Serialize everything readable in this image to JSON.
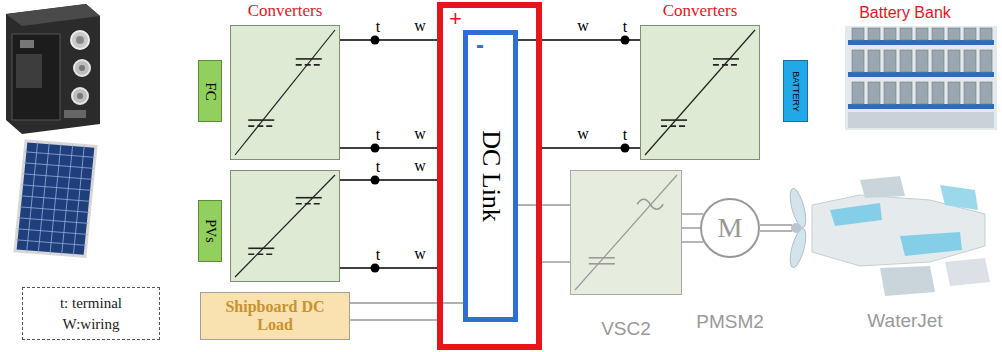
{
  "diagram": {
    "nodes": [
      {
        "text": [
          "FC"
        ]
      },
      {
        "text": [
          "Converters"
        ]
      },
      {
        "text": [
          "PVs"
        ]
      },
      {
        "text": []
      },
      {
        "text": [
          "t: terminal",
          "W:wiring"
        ]
      },
      {
        "text": [
          "Shipboard DC Load"
        ]
      },
      {
        "text": [
          "+"
        ]
      },
      {
        "text": [
          "-",
          "DC Link"
        ],
        "in": 6
      },
      {
        "text": [
          "Converters"
        ]
      },
      {
        "text": [
          "BATTERY"
        ]
      },
      {
        "text": [
          "VSC2"
        ]
      },
      {
        "text": [
          "M",
          "PMSM2"
        ]
      }
    ],
    "edges": [
      {
        "from": 1,
        "to": 6,
        "label": "w",
        "arrow": "none"
      },
      {
        "from": 1,
        "to": 6,
        "label": "w",
        "arrow": "none"
      },
      {
        "from": 3,
        "to": 6,
        "label": "w",
        "arrow": "none"
      },
      {
        "from": 3,
        "to": 6,
        "label": "w",
        "arrow": "none"
      },
      {
        "from": 7,
        "to": 8,
        "label": "w",
        "arrow": "none"
      },
      {
        "from": 6,
        "to": 8,
        "label": "w",
        "arrow": "none"
      },
      {
        "from": 7,
        "to": 10,
        "arrow": "none"
      },
      {
        "from": 6,
        "to": 10,
        "arrow": "none"
      },
      {
        "from": 5,
        "to": 7,
        "arrow": "none"
      },
      {
        "from": 5,
        "to": 6,
        "arrow": "none"
      },
      {
        "from": 10,
        "to": 11,
        "arrow": "none"
      }
    ],
    "labels": [
      "t",
      "t",
      "t",
      "t",
      "t",
      "t",
      "Battery Bank",
      "WaterJet"
    ]
  }
}
